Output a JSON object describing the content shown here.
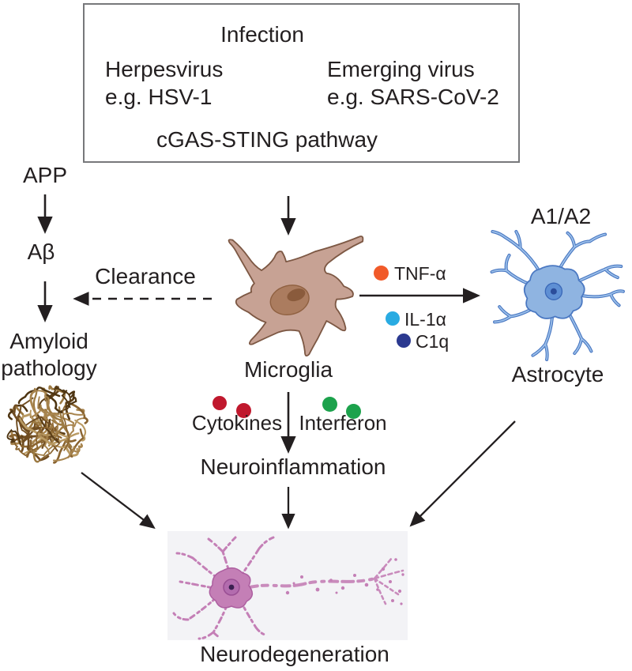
{
  "figure_type": "pathway-diagram",
  "infection_box": {
    "title": "Infection",
    "left_cause_line1": "Herpesvirus",
    "left_cause_line2": "e.g. HSV-1",
    "right_cause_line1": "Emerging virus",
    "right_cause_line2": "e.g. SARS-CoV-2",
    "pathway": "cGAS-STING pathway"
  },
  "left_pathway": {
    "app": "APP",
    "abeta": "Aβ",
    "clearance": "Clearance",
    "amyloid_line1": "Amyloid",
    "amyloid_line2": "pathology"
  },
  "cells": {
    "microglia": "Microglia",
    "astrocyte": "Astrocyte",
    "astrocyte_state": "A1/A2",
    "neurodegeneration": "Neurodegeneration"
  },
  "legend": {
    "mediators": [
      {
        "label": "TNF-α",
        "color": "#f15a29"
      },
      {
        "label": "IL-1α",
        "color": "#29abe2"
      },
      {
        "label": "C1q",
        "color": "#2b3990"
      }
    ],
    "outputs": [
      {
        "label": "Cytokines",
        "color": "#c0182d"
      },
      {
        "label": "Interferon",
        "color": "#1ca24c"
      }
    ],
    "neuroinflammation": "Neuroinflammation"
  },
  "colors": {
    "arrow": "#231f20",
    "box_border": "#77787b",
    "microglia_fill": "#c7a294",
    "microglia_outline": "#7d5844",
    "microglia_nucleus": "#ab7c5f",
    "astrocyte_fill": "#8fb4e1",
    "astrocyte_outline": "#4a78c2",
    "neuron_pink": "#c47fb6",
    "neuron_nucleus": "#6a3d85",
    "amyloid_brown": "#8a6430",
    "neuron_panel_bg": "#f3f3f6"
  }
}
